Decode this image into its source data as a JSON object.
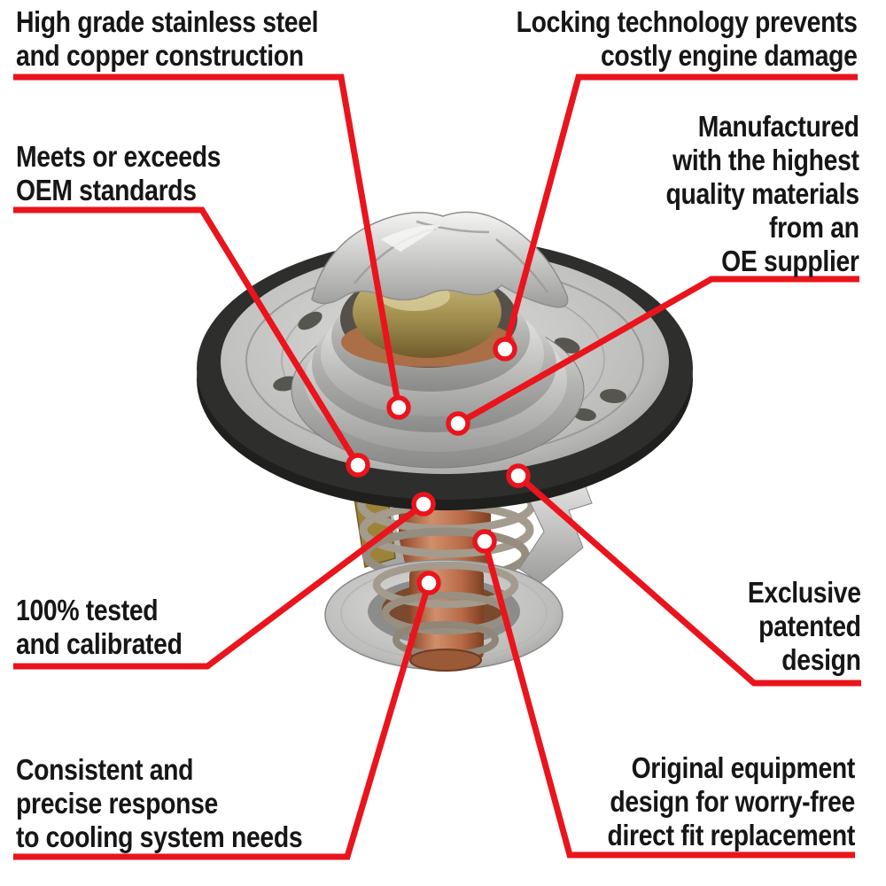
{
  "diagram": {
    "kind": "product-feature-callout-diagram",
    "subject": "engine coolant thermostat",
    "accent_color": "#ea141c",
    "text_color": "#161616",
    "background_color": "#ffffff",
    "product_colors": {
      "gasket_black": "#2b2b29",
      "flange_silver": "#c2c2c0",
      "brass_dome": "#a3904f",
      "copper_element": "#b96a47",
      "spring_gray": "#a39b8d"
    }
  },
  "callouts": [
    {
      "id": "high-grade",
      "align": "left",
      "lines": [
        "High grade stainless steel",
        "and copper construction"
      ]
    },
    {
      "id": "locking",
      "align": "right",
      "lines": [
        "Locking technology prevents",
        "costly engine damage"
      ]
    },
    {
      "id": "meets-oem",
      "align": "left",
      "lines": [
        "Meets or exceeds",
        "OEM standards"
      ]
    },
    {
      "id": "manufactured",
      "align": "right",
      "lines": [
        "Manufactured",
        "with the highest",
        "quality materials",
        "from an",
        "OE supplier"
      ]
    },
    {
      "id": "tested",
      "align": "left",
      "lines": [
        "100% tested",
        "and calibrated"
      ]
    },
    {
      "id": "exclusive",
      "align": "right",
      "lines": [
        "Exclusive",
        "patented",
        "design"
      ]
    },
    {
      "id": "consistent",
      "align": "left",
      "lines": [
        "Consistent and",
        "precise response",
        "to cooling system needs"
      ]
    },
    {
      "id": "original-equipment",
      "align": "right",
      "lines": [
        "Original equipment",
        "design for worry-free",
        "direct fit replacement"
      ]
    }
  ]
}
